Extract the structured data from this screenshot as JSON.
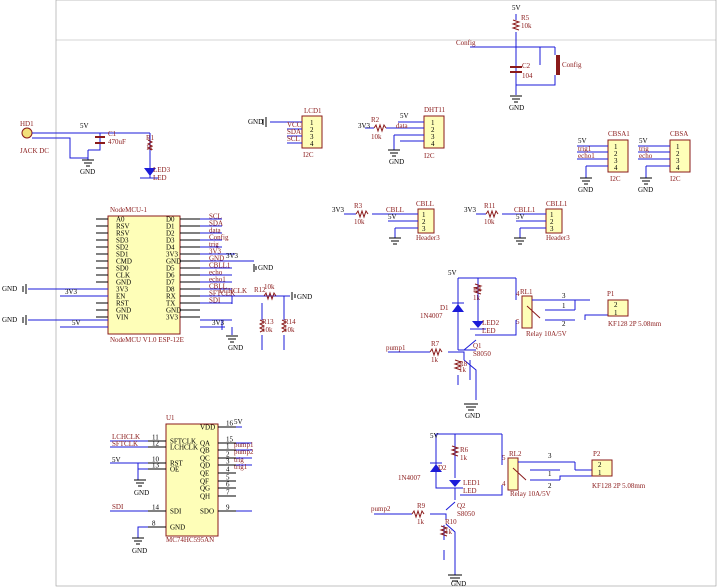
{
  "power": {
    "v5": "5V",
    "v3": "3V3",
    "gnd": "GND"
  },
  "hd1": {
    "ref": "HD1",
    "name": "JACK DC"
  },
  "c1": {
    "ref": "C1",
    "val": "470uF"
  },
  "r1": {
    "ref": "R1",
    "val": "1k"
  },
  "led3": {
    "ref": "LED3",
    "name": "LED"
  },
  "lcd1": {
    "ref": "LCD1",
    "pins": [
      "VCC",
      "SDA",
      "SCL"
    ],
    "nums": [
      "1",
      "2",
      "3",
      "4"
    ],
    "foot": "I2C"
  },
  "dht11": {
    "ref": "DHT11",
    "foot": "I2C",
    "nums": [
      "1",
      "2",
      "3",
      "4"
    ]
  },
  "r2": {
    "ref": "R2",
    "val": "10k",
    "net": "data"
  },
  "r5": {
    "ref": "R5",
    "val": "10k"
  },
  "c2": {
    "ref": "C2",
    "val": "104"
  },
  "config": {
    "net": "Config",
    "sw": "Config"
  },
  "cbsa1": {
    "ref": "CBSA1",
    "foot": "I2C",
    "pins": [
      "5V",
      "trig1",
      "echo1"
    ]
  },
  "cbsa": {
    "ref": "CBSA",
    "foot": "I2C",
    "pins": [
      "5V",
      "trig",
      "echo"
    ]
  },
  "nodemcu": {
    "ref": "NodeMCU-1",
    "name": "NodeMCU V1.0 ESP-12E",
    "left": [
      "A0",
      "RSV",
      "RSV",
      "SD3",
      "SD2",
      "SD1",
      "CMD",
      "SD0",
      "CLK",
      "GND",
      "3V3",
      "EN",
      "RST",
      "GND",
      "VIN"
    ],
    "right": [
      "D0",
      "D1",
      "D2",
      "D3",
      "D4",
      "3V3",
      "GND",
      "D5",
      "D6",
      "D7",
      "D8",
      "RX",
      "TX",
      "GND",
      "3V3"
    ],
    "nets": [
      "SCL",
      "SDA",
      "data",
      "Config",
      "trig",
      "3V3",
      "GND",
      "CBLL1",
      "echo",
      "echo1",
      "CBLL",
      "SFTCLK",
      "SDI",
      "",
      ""
    ]
  },
  "r3": {
    "ref": "R3",
    "val": "10k"
  },
  "cbll": {
    "ref": "CBLL",
    "foot": "Header3",
    "net": "CBLL",
    "nums": [
      "1",
      "2",
      "3"
    ]
  },
  "r11": {
    "ref": "R11",
    "val": "10k"
  },
  "cbll1": {
    "ref": "CBLL1",
    "foot": "Header3",
    "net": "CBLL1",
    "nums": [
      "1",
      "2",
      "3"
    ]
  },
  "r12": {
    "ref": "R12",
    "val": "10k",
    "net": "LCHCLK"
  },
  "r13": {
    "ref": "R13",
    "val": "10k"
  },
  "r14": {
    "ref": "R14",
    "val": "10k"
  },
  "relay1": {
    "d": "D1",
    "dname": "1N4007",
    "r4": "R4",
    "r4v": "1k",
    "led": "LED2",
    "ledn": "LED",
    "q": "Q1",
    "qn": "S8050",
    "r7": "R7",
    "r7v": "1k",
    "r8": "R8",
    "r8v": "1k",
    "rl": "RL1",
    "rln": "Relay 10A/5V",
    "p": "P1",
    "pn": "KF128 2P 5.08mm",
    "net": "pump1"
  },
  "relay2": {
    "d": "D2",
    "dname": "1N4007",
    "r6": "R6",
    "r6v": "1k",
    "led": "LED1",
    "ledn": "LED",
    "q": "Q2",
    "qn": "S8050",
    "r9": "R9",
    "r9v": "1k",
    "r10": "R10",
    "r10v": "1k",
    "rl": "RL2",
    "rln": "Relay 10A/5V",
    "p": "P2",
    "pn": "KF128 2P 5.08mm",
    "net": "pump2"
  },
  "u1": {
    "ref": "U1",
    "name": "MC74HC595AN",
    "lpins": [
      "SFTCLK",
      "LCHCLK",
      "RST",
      "OE",
      "SDI",
      "GND"
    ],
    "rpins": [
      "VDD",
      "QA",
      "QB",
      "QC",
      "QD",
      "QE",
      "QF",
      "QG",
      "QH",
      "SDO"
    ],
    "lnums": [
      "11",
      "12",
      "10",
      "13",
      "14",
      "8"
    ],
    "rnums": [
      "16",
      "15",
      "1",
      "2",
      "3",
      "4",
      "5",
      "6",
      "7",
      "9"
    ],
    "lnets": [
      "LCHCLK",
      "SFTCLK",
      "5V",
      "",
      "SDI"
    ],
    "rnets": [
      "5V",
      "pump1",
      "pump2",
      "trig",
      "trig1"
    ]
  },
  "nums": {
    "n1": "1",
    "n2": "2",
    "n3": "3",
    "n4": "4",
    "n5": "5"
  }
}
